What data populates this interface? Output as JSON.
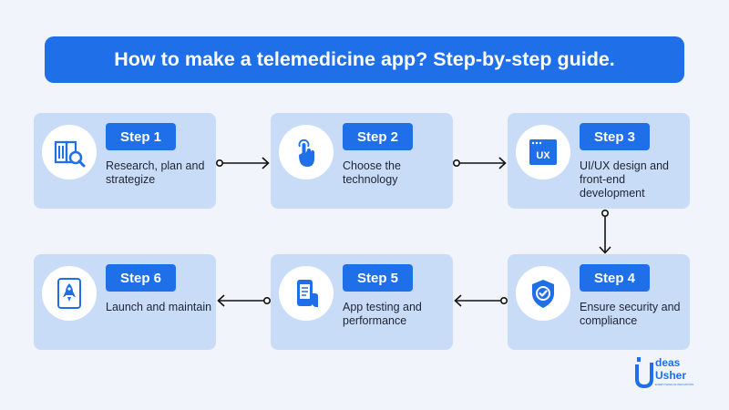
{
  "title": "How to make a telemedicine app? Step-by-step guide.",
  "steps": [
    {
      "label": "Step 1",
      "desc": "Research, plan and strategize",
      "icon": "research-book-icon"
    },
    {
      "label": "Step 2",
      "desc": "Choose the technology",
      "icon": "touch-hand-icon"
    },
    {
      "label": "Step 3",
      "desc": "UI/UX design and front-end development",
      "icon": "ux-window-icon"
    },
    {
      "label": "Step 4",
      "desc": "Ensure security and compliance",
      "icon": "security-shield-icon"
    },
    {
      "label": "Step 5",
      "desc": "App testing and performance",
      "icon": "mobile-testing-icon"
    },
    {
      "label": "Step 6",
      "desc": "Launch and maintain",
      "icon": "rocket-launch-icon"
    }
  ],
  "logo": {
    "line1": "deas",
    "line2": "Usher",
    "tagline": "EVERYTHING IN INNOVATION"
  },
  "colors": {
    "accent": "#1f6fe8",
    "card": "#c9dcf7",
    "background": "#f1f5fb"
  }
}
